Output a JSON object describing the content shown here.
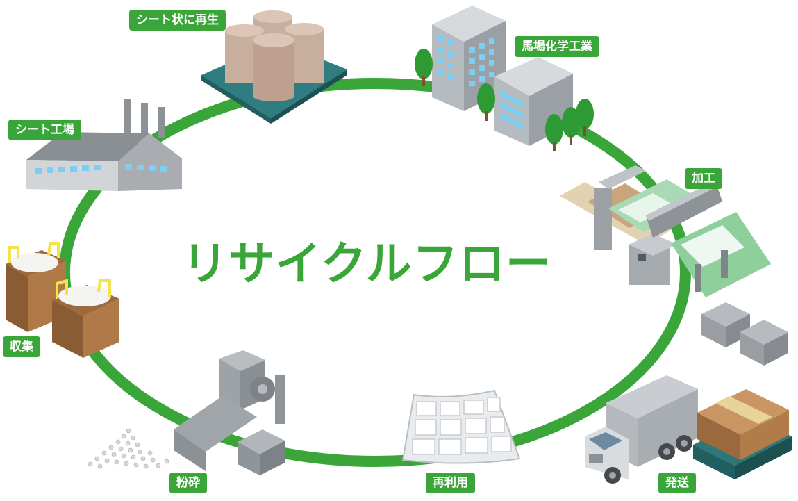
{
  "diagram": {
    "title": "リサイクルフロー",
    "steps": [
      {
        "id": "sheet-regeneration",
        "label": "シート状に再生"
      },
      {
        "id": "company",
        "label": "馬場化学工業"
      },
      {
        "id": "processing",
        "label": "加工"
      },
      {
        "id": "sheet-factory",
        "label": "シート工場"
      },
      {
        "id": "collection",
        "label": "収集"
      },
      {
        "id": "crushing",
        "label": "粉砕"
      },
      {
        "id": "reuse",
        "label": "再利用"
      },
      {
        "id": "shipping",
        "label": "発送"
      }
    ],
    "colors": {
      "accent": "#3aa63a",
      "ring": "#3aa63a"
    },
    "icons": [
      "storage-tanks-icon",
      "office-building-icon",
      "tree-icon",
      "processing-machine-icon",
      "stacked-trays-icon",
      "factory-icon",
      "bulk-bag-icon",
      "crusher-machine-icon",
      "pellets-icon",
      "grid-sheet-icon",
      "truck-icon",
      "pallet-boxes-icon"
    ]
  }
}
